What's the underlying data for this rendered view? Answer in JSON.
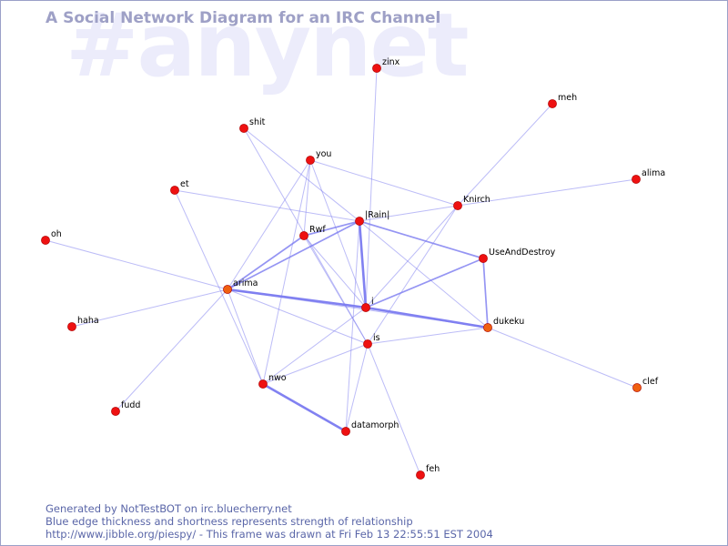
{
  "watermark": "#anynet",
  "title": "A Social Network Diagram for an IRC Channel",
  "colors": {
    "edge": "#7a7af0",
    "node_red": "#ee1111",
    "node_orange": "#f06010",
    "node_stroke": "#aa0000",
    "title": "#9ea0c6",
    "watermark": "#ececfb",
    "footer": "#5a66a8"
  },
  "nodes": [
    {
      "id": "zinx",
      "label": "zinx",
      "color": "red"
    },
    {
      "id": "meh",
      "label": "meh",
      "color": "red"
    },
    {
      "id": "shit",
      "label": "shit",
      "color": "red"
    },
    {
      "id": "you",
      "label": "you",
      "color": "red"
    },
    {
      "id": "alima",
      "label": "alima",
      "color": "red"
    },
    {
      "id": "et",
      "label": "et",
      "color": "red"
    },
    {
      "id": "Knirch",
      "label": "Knirch",
      "color": "red"
    },
    {
      "id": "Rain",
      "label": "|Rain|",
      "color": "red"
    },
    {
      "id": "Rwf",
      "label": "Rwf",
      "color": "red"
    },
    {
      "id": "oh",
      "label": "oh",
      "color": "red"
    },
    {
      "id": "UseAndDestroy",
      "label": "UseAndDestroy",
      "color": "red"
    },
    {
      "id": "arima",
      "label": "arima",
      "color": "orange"
    },
    {
      "id": "i",
      "label": "i",
      "color": "red"
    },
    {
      "id": "dukeku",
      "label": "dukeku",
      "color": "orange"
    },
    {
      "id": "haha",
      "label": "haha",
      "color": "red"
    },
    {
      "id": "is",
      "label": "is",
      "color": "red"
    },
    {
      "id": "nwo",
      "label": "nwo",
      "color": "red"
    },
    {
      "id": "clef",
      "label": "clef",
      "color": "orange"
    },
    {
      "id": "fudd",
      "label": "fudd",
      "color": "red"
    },
    {
      "id": "datamorph",
      "label": "datamorph",
      "color": "red"
    },
    {
      "id": "feh",
      "label": "feh",
      "color": "red"
    }
  ],
  "edges": [
    {
      "from": "zinx",
      "to": "i",
      "weight": 1
    },
    {
      "from": "meh",
      "to": "Knirch",
      "weight": 1
    },
    {
      "from": "alima",
      "to": "Knirch",
      "weight": 1
    },
    {
      "from": "shit",
      "to": "Rain",
      "weight": 1
    },
    {
      "from": "shit",
      "to": "is",
      "weight": 1
    },
    {
      "from": "you",
      "to": "Knirch",
      "weight": 1
    },
    {
      "from": "you",
      "to": "Rwf",
      "weight": 1
    },
    {
      "from": "you",
      "to": "arima",
      "weight": 1
    },
    {
      "from": "you",
      "to": "i",
      "weight": 1
    },
    {
      "from": "you",
      "to": "nwo",
      "weight": 1
    },
    {
      "from": "et",
      "to": "Rain",
      "weight": 1
    },
    {
      "from": "et",
      "to": "nwo",
      "weight": 1
    },
    {
      "from": "Knirch",
      "to": "Rain",
      "weight": 1
    },
    {
      "from": "Knirch",
      "to": "i",
      "weight": 1
    },
    {
      "from": "Knirch",
      "to": "is",
      "weight": 1
    },
    {
      "from": "Rain",
      "to": "Rwf",
      "weight": 2
    },
    {
      "from": "Rain",
      "to": "arima",
      "weight": 2
    },
    {
      "from": "Rain",
      "to": "i",
      "weight": 3
    },
    {
      "from": "Rain",
      "to": "UseAndDestroy",
      "weight": 2
    },
    {
      "from": "Rain",
      "to": "dukeku",
      "weight": 1
    },
    {
      "from": "Rain",
      "to": "datamorph",
      "weight": 1
    },
    {
      "from": "Rwf",
      "to": "arima",
      "weight": 2
    },
    {
      "from": "Rwf",
      "to": "is",
      "weight": 1
    },
    {
      "from": "Rwf",
      "to": "i",
      "weight": 1
    },
    {
      "from": "oh",
      "to": "arima",
      "weight": 1
    },
    {
      "from": "arima",
      "to": "i",
      "weight": 3
    },
    {
      "from": "arima",
      "to": "is",
      "weight": 1
    },
    {
      "from": "arima",
      "to": "haha",
      "weight": 1
    },
    {
      "from": "arima",
      "to": "fudd",
      "weight": 1
    },
    {
      "from": "arima",
      "to": "nwo",
      "weight": 1
    },
    {
      "from": "arima",
      "to": "dukeku",
      "weight": 1
    },
    {
      "from": "UseAndDestroy",
      "to": "dukeku",
      "weight": 2
    },
    {
      "from": "UseAndDestroy",
      "to": "i",
      "weight": 2
    },
    {
      "from": "i",
      "to": "dukeku",
      "weight": 3
    },
    {
      "from": "i",
      "to": "nwo",
      "weight": 1
    },
    {
      "from": "is",
      "to": "dukeku",
      "weight": 1
    },
    {
      "from": "is",
      "to": "nwo",
      "weight": 1
    },
    {
      "from": "is",
      "to": "datamorph",
      "weight": 1
    },
    {
      "from": "is",
      "to": "feh",
      "weight": 1
    },
    {
      "from": "dukeku",
      "to": "clef",
      "weight": 1
    },
    {
      "from": "nwo",
      "to": "datamorph",
      "weight": 3
    }
  ],
  "footer": {
    "line1": "Generated by NotTestBOT on irc.bluecherry.net",
    "line2": "Blue edge thickness and shortness represents strength of relationship",
    "line3": "http://www.jibble.org/piespy/ - This frame was drawn at Fri Feb 13 22:55:51 EST 2004"
  }
}
